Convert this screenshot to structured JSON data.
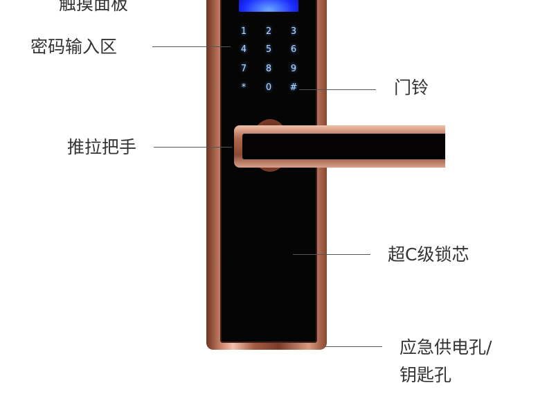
{
  "labels": {
    "touch_panel": "触摸面板",
    "keypad": "密码输入区",
    "doorbell": "门铃",
    "handle": "推拉把手",
    "lock_core": "超C级锁芯",
    "emergency_line1": "应急供电孔/",
    "emergency_line2": "钥匙孔"
  },
  "keypad_keys": [
    "1",
    "2",
    "3",
    "4",
    "5",
    "6",
    "7",
    "8",
    "9",
    "*",
    "0",
    "#"
  ],
  "colors": {
    "copper": "#a35a42",
    "panel": "#050505",
    "key_glow": "#b8d6ff",
    "screen": "#1a2dff"
  }
}
